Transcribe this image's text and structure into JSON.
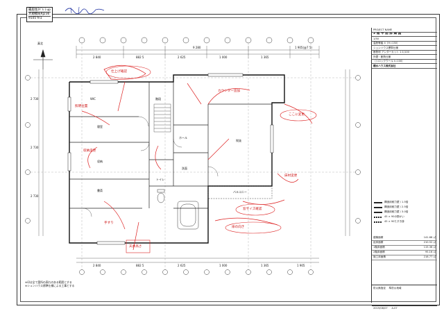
{
  "stamp": {
    "line1": "霧居住ｽｷﾞﾙｌup",
    "line2": "大規模局RJ236",
    "line3": "9105’fn1"
  },
  "north_label": "真北",
  "title_block": {
    "project": "PROJECT NAME",
    "title": "2 階 平 面 詳 細 図",
    "scale": "1/50",
    "rows": [
      "温熱等級 4（H=130）",
      "シュンハウス標準仕様",
      "断熱材 アンダーカット 1:1/100",
      "外壁・断熱仕様",
      "（トロックウール t=100）"
    ],
    "maker": "積水ハウス株式会社"
  },
  "legend": [
    "構造用耐力壁 / 1.5倍",
    "構造用耐力壁 / 2.5倍",
    "構造用耐力壁 / 3.0倍",
    "45 × 90の筋かい",
    "45 × 90たすき掛"
  ],
  "areas": [
    {
      "name": "建築面積",
      "value": "141.68 ㎡"
    },
    {
      "name": "延床面積",
      "value": "210.52 ㎡"
    },
    {
      "name": "1階床面積",
      "value": "115.36 ㎡"
    },
    {
      "name": "2階床面積",
      "value": "95.16 ㎡"
    },
    {
      "name": "施工床面積",
      "value": "218.77 ㎡"
    }
  ],
  "fire_zone": {
    "label1": "防火無指定",
    "label2": "準防火地域"
  },
  "date": "2019/08/07",
  "sheet_no": "A-07",
  "bottom_note": {
    "line1": "※印は全て箇所の表れのある範囲とする",
    "line2": "※シュンハウス標準仕様による工事とする"
  },
  "dimensions": {
    "top": [
      "2 840",
      "882 5",
      "2 625",
      "1 000",
      "1 365",
      "1 905(@7 5)"
    ],
    "total_top": "9 280",
    "bottom": [
      "2 840",
      "882 5",
      "2 625",
      "1 000",
      "1 365",
      "1 905"
    ],
    "left": [
      "2 730",
      "2 730",
      "2 730"
    ]
  },
  "room_labels": [
    "寝室",
    "WIC",
    "洗面",
    "ホール",
    "書斎",
    "トイレ",
    "吹抜",
    "バルコニー",
    "階段",
    "収納"
  ],
  "red_annotations": [
    "仕上げ確認",
    "照明位置",
    "ここに変更",
    "カウンター追加",
    "収納変更",
    "窓サイズ確認",
    "扉の向き",
    "手すり",
    "天井高さ",
    "床材変更"
  ]
}
